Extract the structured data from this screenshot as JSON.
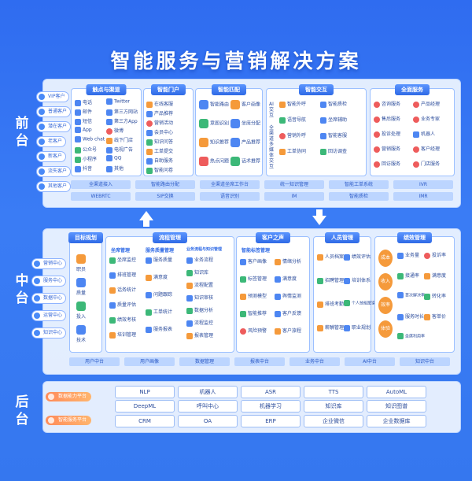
{
  "title": "智能服务与营销解决方案",
  "tiers": {
    "front": [
      "前",
      "台"
    ],
    "middle": [
      "中",
      "台"
    ],
    "back": [
      "后",
      "台"
    ]
  },
  "front": {
    "side_pills": [
      "VIP客户",
      "普通客户",
      "潜在客户",
      "老客户",
      "新客户",
      "流失客户",
      "其他客户"
    ],
    "panels": {
      "touch": {
        "head": "触点与渠道",
        "col1": [
          "电话",
          "邮件",
          "短信",
          "App",
          "Web chat",
          "公众号",
          "小程序",
          "抖音"
        ],
        "col2": [
          "Twitter",
          "第三方网站",
          "第三方App",
          "微博",
          "线下门店",
          "电视广告",
          "QQ",
          "其他"
        ]
      },
      "portal": {
        "head": "智能门户",
        "items": [
          "在线客服",
          "产品推荐",
          "营销活动",
          "会员中心",
          "知识问答",
          "工单提交",
          "自助服务",
          "智能问卷"
        ]
      },
      "match": {
        "head": "智能匹配",
        "items": [
          "智能路由",
          "客户画像",
          "意图识别",
          "坐席分配",
          "知识推荐",
          "产品推荐",
          "热点问题",
          "话术推荐"
        ]
      },
      "interact": {
        "head": "智能交互",
        "side": "AI交互",
        "side2": "全渠道多媒体交互",
        "items": [
          "智能外呼",
          "智能质检",
          "语音导航",
          "坐席辅助",
          "营销外呼",
          "智能客服",
          "工单协同",
          "回访调查"
        ]
      },
      "full": {
        "head": "全面服务",
        "items": [
          "咨询服务",
          "产品经理",
          "售后服务",
          "业务专家",
          "投诉处理",
          "机器人",
          "营销服务",
          "客户经理",
          "回访服务",
          "门店服务"
        ]
      }
    },
    "bars_row1": [
      "全渠道接入",
      "智能路由分配",
      "全渠道坐席工作台",
      "统一知识管理",
      "智能工单系统",
      "IVR"
    ],
    "bars_row2": [
      "WEBRTC",
      "SIP交换",
      "语音识别",
      "IM",
      "智能质检",
      "IMR"
    ]
  },
  "middle": {
    "side_pills": [
      "营销中心",
      "服务中心",
      "数据中心",
      "运营中心",
      "知识中心"
    ],
    "panels": {
      "goal": {
        "head": "目标规划",
        "items": [
          "职员",
          "质量",
          "投入",
          "技术"
        ]
      },
      "process": {
        "head": "流程管理",
        "sub1": "坐席管理",
        "col1": [
          "坐席监控",
          "排班管理",
          "话务统计",
          "质量评估",
          "绩效考核",
          "培训管理"
        ],
        "sub2": "服务质量管理",
        "col2": [
          "服务质量",
          "满意度",
          "问题跟踪",
          "工单统计",
          "服务报表"
        ],
        "sub3": "业务流程与知识管理",
        "col3": [
          "业务流程",
          "知识库",
          "流程配置",
          "知识审核",
          "数据分析",
          "流程监控",
          "报表管理"
        ]
      },
      "journey": {
        "head": "客户之声",
        "sub": "智能标签管理",
        "items": [
          "客户画像",
          "情绪分析",
          "标签管理",
          "满意度",
          "预测模型",
          "舆情监测",
          "智能推荐",
          "客户反馈",
          "风险预警",
          "客户旅程"
        ]
      },
      "people": {
        "head": "人员管理",
        "items": [
          "人员档案",
          "绩效评估",
          "招聘管理",
          "培训体系",
          "排班考勤",
          "个人技能图谱",
          "薪酬管理",
          "职业规划"
        ]
      },
      "perf": {
        "head": "绩效管理",
        "side": [
          "成本",
          "收入",
          "效率",
          "体验"
        ],
        "items": [
          "业务量",
          "投诉率",
          "接通率",
          "满意度",
          "首次解决率",
          "转化率",
          "服务时长",
          "客单价",
          "坐席利用率"
        ]
      }
    },
    "bars": [
      "用户中台",
      "用户画像",
      "数据管理",
      "报表中台",
      "业务中台",
      "AI中台",
      "知识中台"
    ]
  },
  "back": {
    "tags": [
      "数据能力平台",
      "智能服务平台"
    ],
    "row1": [
      "NLP",
      "机器人",
      "ASR",
      "TTS",
      "AutoML"
    ],
    "row2": [
      "DeepML",
      "呼叫中心",
      "机器学习",
      "知识库",
      "知识图谱"
    ],
    "row3": [
      "CRM",
      "OA",
      "ERP",
      "企业微信",
      "企业数据库"
    ]
  }
}
